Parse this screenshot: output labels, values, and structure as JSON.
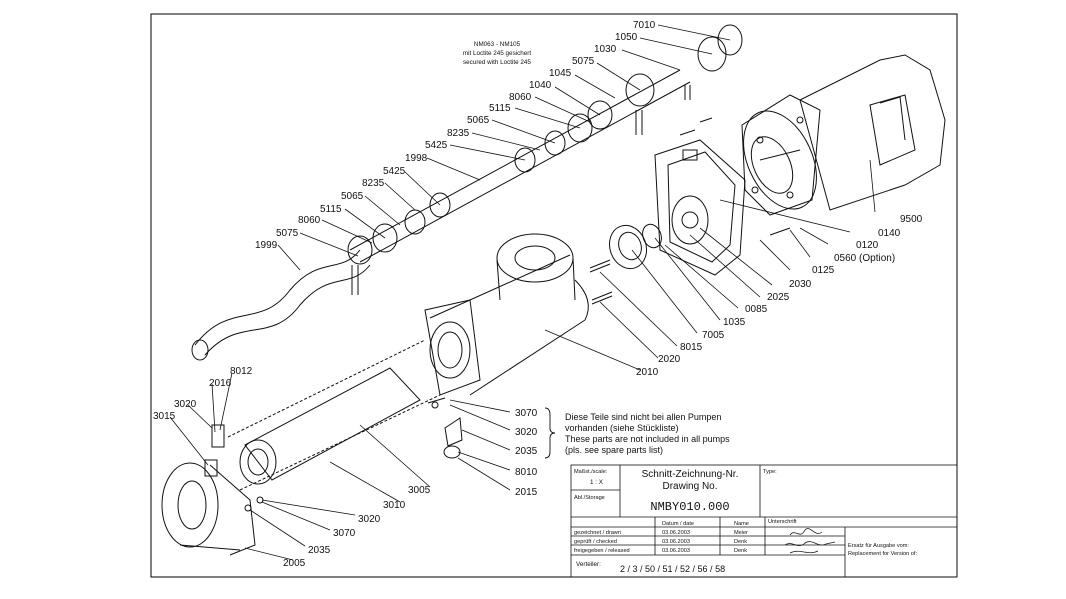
{
  "header_note": {
    "line1": "NM063 - NM105",
    "line2": "mit Loctite 245 gesichert",
    "line3": "secured with Loctite 245"
  },
  "part_labels": [
    "7010",
    "1050",
    "1030",
    "5075",
    "1045",
    "1040",
    "8060",
    "5115",
    "5065",
    "8235",
    "5425",
    "1998",
    "5425",
    "8235",
    "5065",
    "5115",
    "8060",
    "5075",
    "1999",
    "9500",
    "0140",
    "0120",
    "0560 (Option)",
    "0125",
    "2030",
    "2025",
    "0085",
    "1035",
    "7005",
    "8015",
    "2020",
    "2010",
    "8012",
    "2016",
    "3020",
    "3015",
    "3070",
    "3020",
    "2035",
    "8010",
    "2015",
    "3005",
    "3010",
    "3020",
    "3070",
    "2035",
    "2005"
  ],
  "remark": {
    "de_line1": "Diese Teile sind nicht bei allen Pumpen",
    "de_line2": "vorhanden (siehe Stückliste)",
    "en_line1": "These parts are not included in all pumps",
    "en_line2": "(pls. see spare parts list)"
  },
  "title_block": {
    "scale_label": "Maßst./scale:",
    "scale_value": "1 : X",
    "storage_label": "Abl./Storage",
    "drawing_title_de": "Schnitt-Zeichnung-Nr.",
    "drawing_title_en": "Drawing No.",
    "drawing_no": "NMBY010.000",
    "type_label": "Type:",
    "col_date": "Datum / date",
    "col_name": "Name",
    "col_signature": "Unterschrift",
    "rows": [
      {
        "role": "gezeichnet / drawn",
        "date": "03.06.2003",
        "name": "Meier"
      },
      {
        "role": "geprüft / checked",
        "date": "03.06.2003",
        "name": "Denk"
      },
      {
        "role": "freigegeben / released",
        "date": "03.06.2003",
        "name": "Denk"
      }
    ],
    "replace_de": "Ersatz für Ausgabe vom:",
    "replace_en": "Replacement for Version of:",
    "distribution_label": "Verteiler:",
    "distribution_value": "2 / 3 / 50 / 51 / 52 / 56 / 58"
  }
}
